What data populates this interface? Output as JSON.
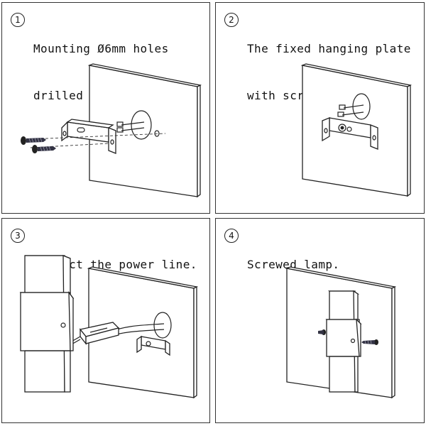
{
  "steps": [
    {
      "number": "1",
      "lines": [
        "Mounting Ø6mm holes",
        "drilled in the wall."
      ]
    },
    {
      "number": "2",
      "lines": [
        "The fixed hanging plate",
        "with screws."
      ]
    },
    {
      "number": "3",
      "lines": [
        "Connect the power line."
      ]
    },
    {
      "number": "4",
      "lines": [
        "Screwed lamp."
      ]
    }
  ],
  "icons": {
    "screw": "screw-icon",
    "bracket": "hanging-plate-icon",
    "lamp": "wall-lamp-icon",
    "driver": "led-driver-icon"
  }
}
